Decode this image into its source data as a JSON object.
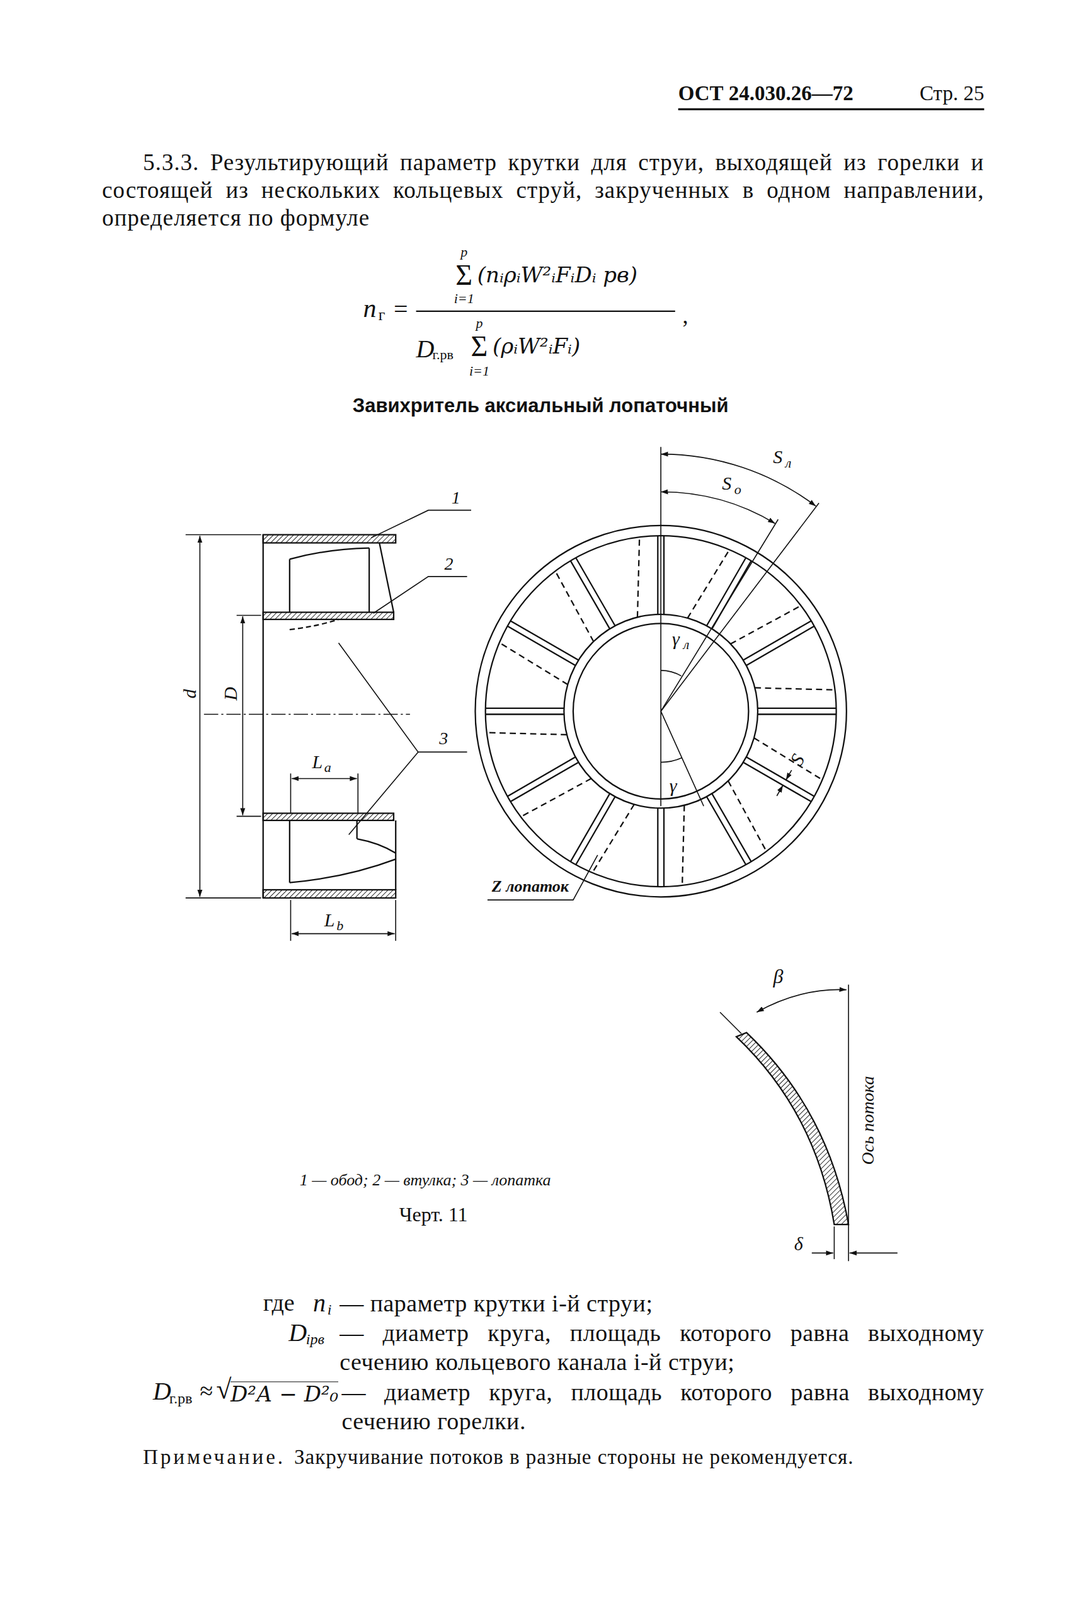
{
  "diagram": {
    "title": "Завихритель аксиальный лопаточный",
    "caption": "Черт. 11",
    "labels": [
      "ОСТ 24.030.26—72",
      "Стр. 25",
      "5.3.3. Результирующий параметр крутки для струи, выходящей из горелки и состоящей из нескольких кольцевых струй, закрученных в одном направлении, определяется по формуле",
      "n",
      "г",
      "=",
      "p",
      "Σ",
      "i=1",
      "(nᵢρᵢW²ᵢFᵢDᵢ рв)",
      "D",
      "г.рв",
      "p",
      "Σ",
      "i=1",
      "(ρᵢW²ᵢFᵢ)",
      ",",
      "1",
      "2",
      "3",
      "d",
      "D",
      "L",
      "a",
      "L",
      "b",
      "Z лопаток",
      "S",
      "л",
      "S",
      "o",
      "γ",
      "л",
      "γ",
      "S",
      "β",
      "Ось потока",
      "δ",
      "1 — обод; 2 — втулка; 3 — лопатка",
      "где",
      "n",
      "i",
      "— параметр крутки i-й струи;",
      "D",
      "iрв",
      "— диаметр круга, площадь которого равна выходному сечению кольцевого канала i-й струи;",
      "D",
      "г.рв",
      "≈",
      "√",
      "D²А − D²₀",
      "— диаметр круга, площадь которого равна выходному сечению горелки.",
      "Примечание.",
      "Закручивание потоков в разные стороны не рекомендуется."
    ]
  }
}
